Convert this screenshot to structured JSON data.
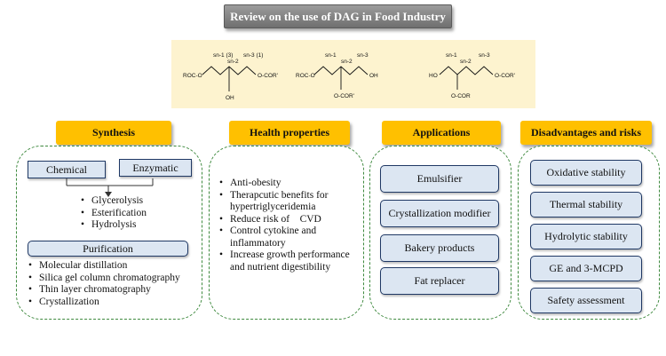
{
  "title": "Review on the use of DAG in Food Industry",
  "structures": {
    "s1": {
      "sn1": "sn-1 (3)",
      "sn2": "sn-2",
      "sn3": "sn-3 (1)",
      "left": "ROC-O",
      "right": "O-COR'",
      "bottom": "OH"
    },
    "s2": {
      "sn1": "sn-1",
      "sn2": "sn-2",
      "sn3": "sn-3",
      "left": "ROC-O",
      "right": "OH",
      "bottom": "O-COR'"
    },
    "s3": {
      "sn1": "sn-1",
      "sn2": "sn-2",
      "sn3": "sn-3",
      "left": "HO",
      "right": "O-COR'",
      "bottom": "O-COR"
    }
  },
  "synthesis": {
    "header": "Synthesis",
    "chemical": "Chemical",
    "enzymatic": "Enzymatic",
    "methods": [
      "Glycerolysis",
      "Esterification",
      "Hydrolysis"
    ],
    "purification": "Purification",
    "purification_items": [
      "Molecular distillation",
      "Silica gel column chromatography",
      "Thin layer chromatography",
      "Crystallization"
    ]
  },
  "health": {
    "header": "Health properties",
    "items": [
      "Anti-obesity",
      "Therapcutic benefits for hypertriglyceridemia",
      "Reduce risk of    CVD",
      "Control cytokine and inflammatory",
      "Increase growth performance and nutrient digestibility"
    ]
  },
  "applications": {
    "header": "Applications",
    "items": [
      "Emulsifier",
      "Crystallization modifier",
      "Bakery products",
      "Fat replacer"
    ]
  },
  "disadvantages": {
    "header": "Disadvantages and risks",
    "items": [
      "Oxidative stability",
      "Thermal stability",
      "Hydrolytic stability",
      "GE and 3-MCPD",
      "Safety assessment"
    ]
  }
}
